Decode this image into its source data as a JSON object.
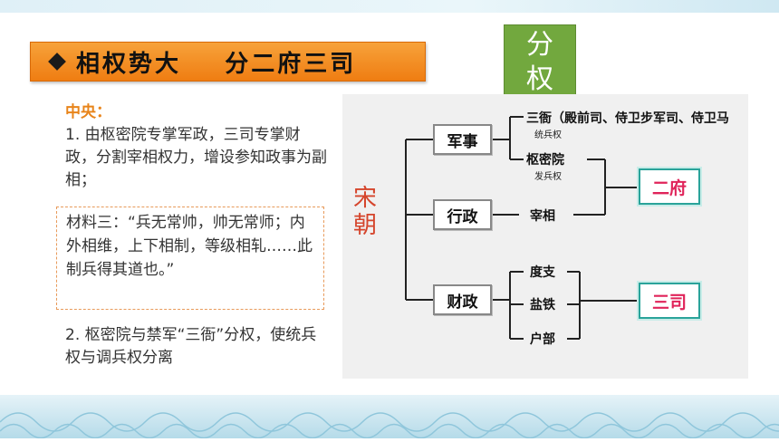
{
  "title": {
    "text": "相权势大    分二府三司"
  },
  "badge": {
    "text": "分权"
  },
  "left": {
    "section_label": "中央：",
    "point1": "1. 由枢密院专掌军政，三司专掌财政，分割宰相权力，增设参知政事为副相；",
    "quote": "材料三：“兵无常帅，帅无常师；内外相维，上下相制，等级相轧……此制兵得其道也。”",
    "point2": "2. 枢密院与禁军“三衙”分权，使统兵权与调兵权分离"
  },
  "diagram": {
    "root": "宋朝",
    "branches": [
      "军事",
      "行政",
      "财政"
    ],
    "military_items": [
      "三衙（殿前司、侍卫步军司、侍卫马",
      "枢密院"
    ],
    "military_notes": [
      "统兵权",
      "发兵权"
    ],
    "admin_item": "宰相",
    "finance_items": [
      "度支",
      "盐铁",
      "户部"
    ],
    "groups": [
      "二府",
      "三司"
    ]
  },
  "colors": {
    "banner": "#ef7d12",
    "badge": "#72a83e",
    "accent_red": "#d5452c",
    "group_text": "#e0245a"
  }
}
